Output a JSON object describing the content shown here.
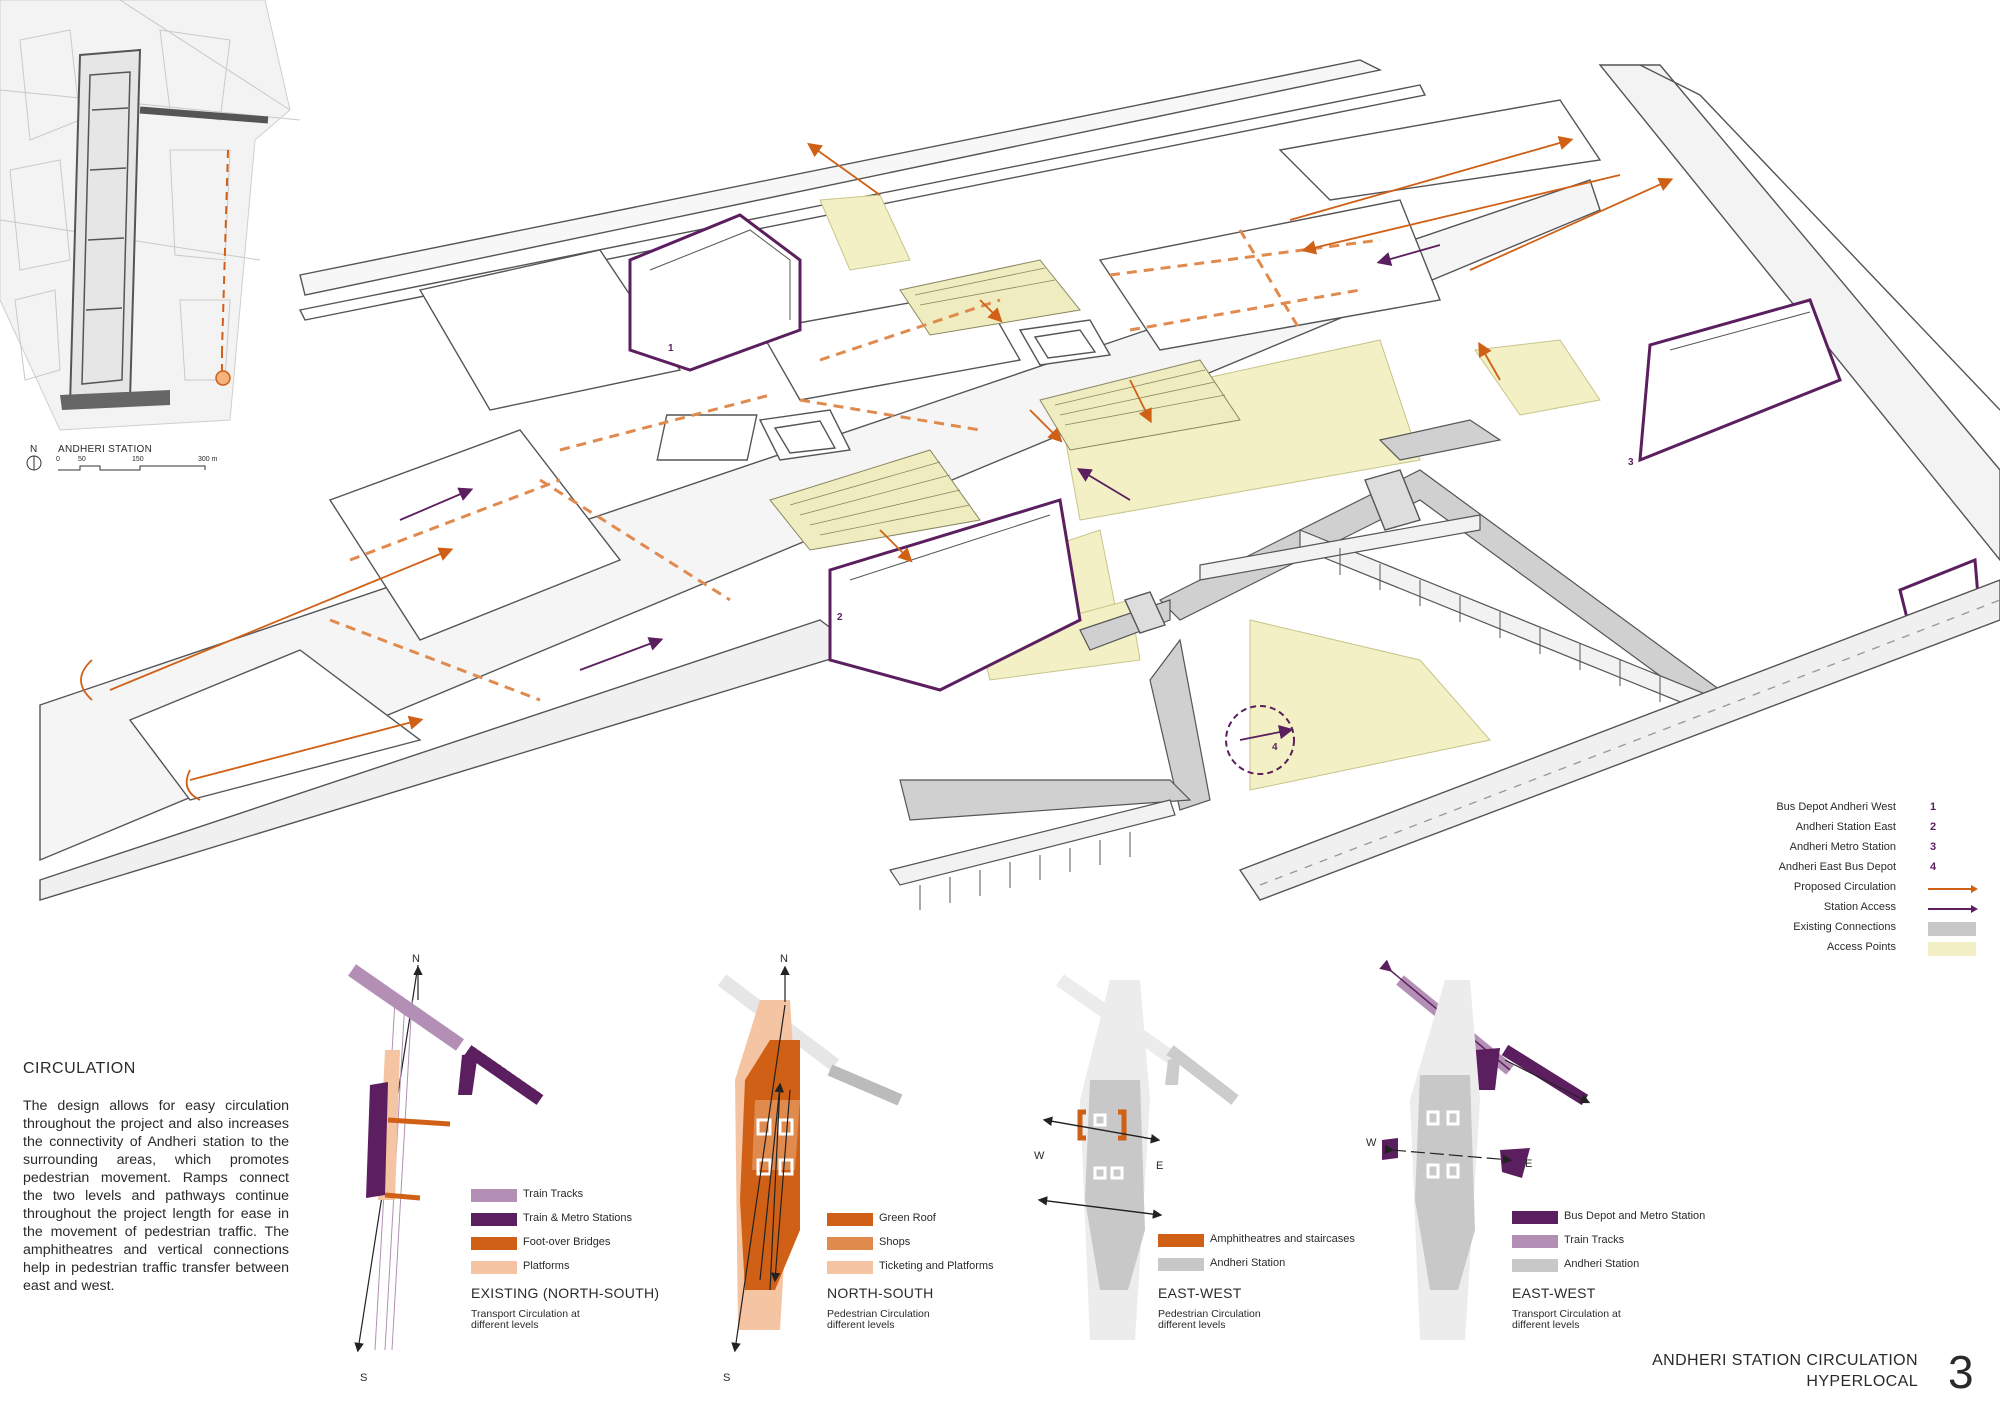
{
  "colors": {
    "purple": "#5b1f5f",
    "light_purple": "#b38fb5",
    "orange": "#d06015",
    "mid_orange": "#e08a4e",
    "light_orange": "#f5c4a2",
    "yellow": "#f2f0c4",
    "grey": "#c8c8c8",
    "light_grey": "#e3e3e3",
    "line": "#444444"
  },
  "location_map": {
    "title": "ANDHERI STATION",
    "north": "N",
    "scale": [
      "0",
      "50",
      "150",
      "300 m"
    ]
  },
  "axonometric": {
    "building_numbers": [
      "1",
      "2",
      "3",
      "4"
    ]
  },
  "legend": [
    {
      "label": "Bus Depot Andheri West",
      "marker": "1",
      "kind": "number"
    },
    {
      "label": "Andheri Station East",
      "marker": "2",
      "kind": "number"
    },
    {
      "label": "Andheri Metro Station",
      "marker": "3",
      "kind": "number"
    },
    {
      "label": "Andheri East Bus Depot",
      "marker": "4",
      "kind": "number"
    },
    {
      "label": "Proposed Circulation",
      "color": "#d06015",
      "kind": "arrow"
    },
    {
      "label": "Station Access",
      "color": "#5b1f5f",
      "kind": "arrow"
    },
    {
      "label": "Existing Connections",
      "color": "#c8c8c8",
      "kind": "swatch"
    },
    {
      "label": "Access Points",
      "color": "#f2f0c4",
      "kind": "swatch"
    }
  ],
  "circulation": {
    "heading": "CIRCULATION",
    "body": "The design allows for easy circulation throughout the project and also increases the connectivity of Andheri station to the surrounding areas, which promotes pedestrian movement. Ramps connect the two levels and pathways continue throughout the project length for ease in the movement of pedestrian traffic. The amphitheatres and vertical connections help in pedestrian traffic transfer between east and west."
  },
  "diagrams": [
    {
      "title": "EXISTING (NORTH-SOUTH)",
      "caption_line1": "Transport Circulation at",
      "caption_line2": "different levels",
      "north": "N",
      "south": "S",
      "legend": [
        {
          "label": "Train Tracks",
          "color": "#b38fb5"
        },
        {
          "label": "Train & Metro Stations",
          "color": "#5b1f5f"
        },
        {
          "label": "Foot-over Bridges",
          "color": "#d06015"
        },
        {
          "label": "Platforms",
          "color": "#f5c4a2"
        }
      ]
    },
    {
      "title": "NORTH-SOUTH",
      "caption_line1": "Pedestrian Circulation",
      "caption_line2": "different levels",
      "north": "N",
      "south": "S",
      "legend": [
        {
          "label": "Green Roof",
          "color": "#d06015"
        },
        {
          "label": "Shops",
          "color": "#e08a4e"
        },
        {
          "label": "Ticketing and Platforms",
          "color": "#f5c4a2"
        }
      ]
    },
    {
      "title": "EAST-WEST",
      "caption_line1": "Pedestrian Circulation",
      "caption_line2": "different levels",
      "west": "W",
      "east": "E",
      "legend": [
        {
          "label": "Amphitheatres and staircases",
          "color": "#d06015"
        },
        {
          "label": "Andheri Station",
          "color": "#c8c8c8"
        }
      ]
    },
    {
      "title": "EAST-WEST",
      "caption_line1": "Transport Circulation at",
      "caption_line2": "different levels",
      "west": "W",
      "east": "E",
      "legend": [
        {
          "label": "Bus Depot and Metro Station",
          "color": "#5b1f5f"
        },
        {
          "label": "Train Tracks",
          "color": "#b38fb5"
        },
        {
          "label": "Andheri Station",
          "color": "#c8c8c8"
        }
      ]
    }
  ],
  "footer": {
    "title": "ANDHERI STATION CIRCULATION",
    "subtitle": "HYPERLOCAL",
    "page_number": "3"
  }
}
